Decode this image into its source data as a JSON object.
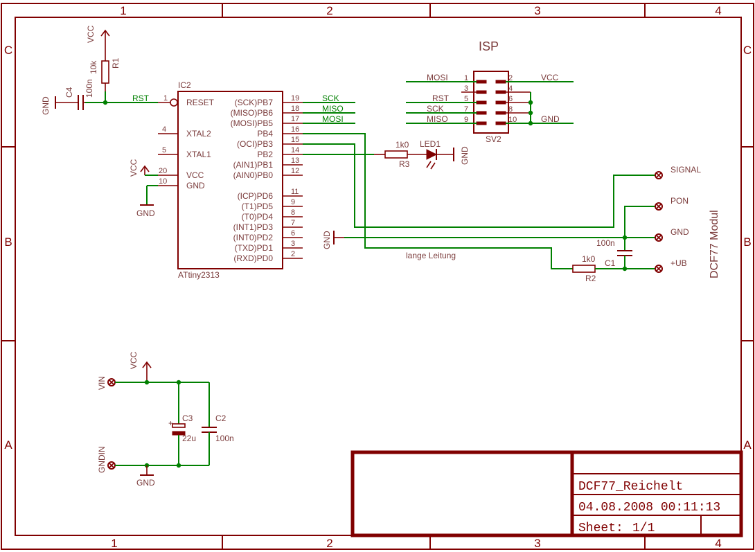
{
  "frame": {
    "cols": [
      "1",
      "2",
      "3",
      "4"
    ],
    "rows": [
      "C",
      "B",
      "A"
    ]
  },
  "title_block": {
    "title": "DCF77_Reichelt",
    "date": "04.08.2008 00:11:13",
    "sheet_label": "Sheet:",
    "sheet_value": "1/1"
  },
  "ic2": {
    "ref": "IC2",
    "value": "ATtiny2313",
    "left_pins": [
      {
        "num": "1",
        "name": "RESET"
      },
      {
        "num": "4",
        "name": "XTAL2"
      },
      {
        "num": "5",
        "name": "XTAL1"
      },
      {
        "num": "20",
        "name": "VCC"
      },
      {
        "num": "10",
        "name": "GND"
      }
    ],
    "right_pins": [
      {
        "num": "19",
        "name": "(SCK)PB7"
      },
      {
        "num": "18",
        "name": "(MISO)PB6"
      },
      {
        "num": "17",
        "name": "(MOSI)PB5"
      },
      {
        "num": "16",
        "name": "PB4"
      },
      {
        "num": "15",
        "name": "(OCI)PB3"
      },
      {
        "num": "14",
        "name": "PB2"
      },
      {
        "num": "13",
        "name": "(AIN1)PB1"
      },
      {
        "num": "12",
        "name": "(AIN0)PB0"
      },
      {
        "num": "11",
        "name": "(ICP)PD6"
      },
      {
        "num": "9",
        "name": "(T1)PD5"
      },
      {
        "num": "8",
        "name": "(T0)PD4"
      },
      {
        "num": "7",
        "name": "(INT1)PD3"
      },
      {
        "num": "6",
        "name": "(INT0)PD2"
      },
      {
        "num": "3",
        "name": "(TXD)PD1"
      },
      {
        "num": "2",
        "name": "(RXD)PD0"
      }
    ]
  },
  "nets": {
    "sck": "SCK",
    "miso": "MISO",
    "mosi": "MOSI",
    "rst": "RST",
    "lange_leitung": "lange Leitung"
  },
  "supply": {
    "vcc": "VCC",
    "gnd": "GND",
    "vin": "VIN",
    "gndin": "GNDIN"
  },
  "parts": {
    "r1": {
      "ref": "R1",
      "value": "10k"
    },
    "c4": {
      "ref": "C4",
      "value": "100n"
    },
    "r3": {
      "ref": "R3",
      "value": "1k0"
    },
    "led1": {
      "ref": "LED1"
    },
    "r2": {
      "ref": "R2",
      "value": "1k0"
    },
    "c1": {
      "ref": "C1",
      "value": "100n"
    },
    "c3": {
      "ref": "C3",
      "value": "22u",
      "plus": "+"
    },
    "c2": {
      "ref": "C2",
      "value": "100n"
    }
  },
  "isp": {
    "title": "ISP",
    "ref": "SV2",
    "left": [
      {
        "num": "1",
        "net": "MOSI"
      },
      {
        "num": "3",
        "net": ""
      },
      {
        "num": "5",
        "net": "RST"
      },
      {
        "num": "7",
        "net": "SCK"
      },
      {
        "num": "9",
        "net": "MISO"
      }
    ],
    "right": [
      {
        "num": "2",
        "net": "VCC"
      },
      {
        "num": "4",
        "net": ""
      },
      {
        "num": "6",
        "net": ""
      },
      {
        "num": "8",
        "net": ""
      },
      {
        "num": "10",
        "net": "GND"
      }
    ]
  },
  "dcf77": {
    "title": "DCF77 Modul",
    "pins": [
      "SIGNAL",
      "PON",
      "GND",
      "+UB"
    ]
  }
}
